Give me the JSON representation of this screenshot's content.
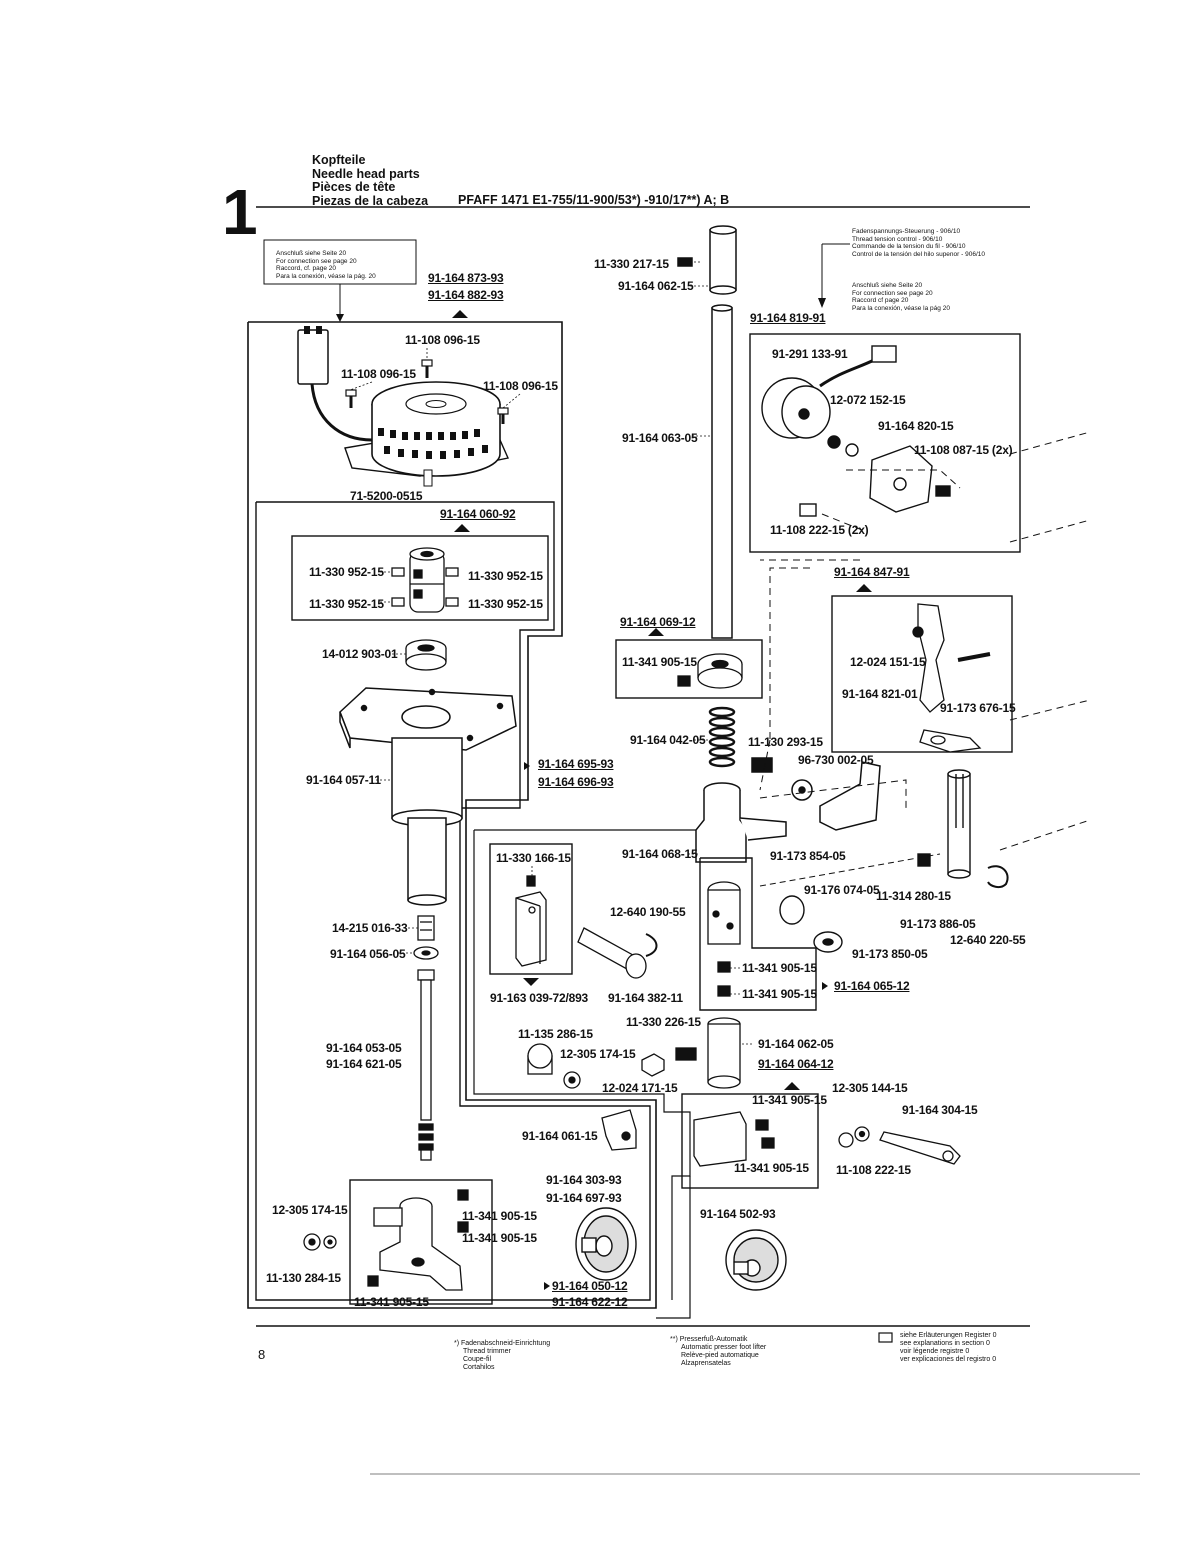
{
  "header": {
    "section_number": "1",
    "titles": [
      "Kopfteile",
      "Needle head parts",
      "Pièces de tête",
      "Piezas de la cabeza"
    ],
    "model": "PFAFF 1471 E1-755/11-900/53*) -910/17**) A; B"
  },
  "notes": {
    "connection_left": [
      "Anschluß siehe Seite 20",
      "For connection  see page 20",
      "Raccord, cf. page 20",
      "Para la conexión, véase la pág. 20"
    ],
    "tension_control": [
      "Fadenspannungs-Steuerung - 906/10",
      "Thread tension control - 906/10",
      "Commande de la tension du fil - 906/10",
      "Control de la tensión del hilo supenor - 906/10"
    ],
    "connection_right": [
      "Anschluß siehe Seite 20",
      "For connection  see page 20",
      "Raccord  cf  page 20",
      "Para la conexión, véase la pág  20"
    ]
  },
  "part_labels": {
    "p_873_93": "91-164 873-93",
    "p_882_93": "91-164 882-93",
    "p_096_a": "11-108 096-15",
    "p_096_b": "11-108 096-15",
    "p_096_c": "11-108 096-15",
    "p_5200": "71-5200-0515",
    "p_060_92": "91-164 060-92",
    "p_952_a": "11-330 952-15",
    "p_952_b": "11-330 952-15",
    "p_952_c": "11-330 952-15",
    "p_952_d": "11-330 952-15",
    "p_903": "14-012 903-01",
    "p_057": "91-164 057-11",
    "p_016": "14-215 016-33",
    "p_056": "91-164 056-05",
    "p_053": "91-164 053-05",
    "p_621": "91-164 621-05",
    "p_174_a": "12-305 174-15",
    "p_284": "11-130 284-15",
    "p_905_a": "11-341 905-15",
    "p_905_b": "11-341 905-15",
    "p_905_c": "11-341 905-15",
    "p_217": "11-330 217-15",
    "p_062_a": "91-164 062-15",
    "p_063": "91-164 063-05",
    "p_069": "91-164 069-12",
    "p_905_d": "11-341 905-15",
    "p_042": "91-164 042-05",
    "p_695": "91-164 695-93",
    "p_696": "91-164 696-93",
    "p_068": "91-164 068-15",
    "p_166": "11-330 166-15",
    "p_039": "91-163 039-72/893",
    "p_190": "12-640 190-55",
    "p_382": "91-164 382-11",
    "p_286": "11-135 286-15",
    "p_174_b": "12-305 174-15",
    "p_226": "11-330 226-15",
    "p_171": "12-024 171-15",
    "p_061": "91-164 061-15",
    "p_303": "91-164 303-93",
    "p_697": "91-164 697-93",
    "p_050": "91-164 050-12",
    "p_622": "91-164 622-12",
    "p_819": "91-164 819-91",
    "p_133": "91-291 133-91",
    "p_152": "12-072 152-15",
    "p_820": "91-164 820-15",
    "p_087": "11-108 087-15 (2x)",
    "p_222_a": "11-108 222-15 (2x)",
    "p_847": "91-164 847-91",
    "p_151": "12-024 151-15",
    "p_821": "91-164 821-01",
    "p_676": "91-173 676-15",
    "p_293": "11-130 293-15",
    "p_002": "96-730 002-05",
    "p_854": "91-173 854-05",
    "p_074": "91-176 074-05",
    "p_280": "11-314 280-15",
    "p_886": "91-173 886-05",
    "p_220": "12-640 220-55",
    "p_850": "91-173 850-05",
    "p_905_e": "11-341 905-15",
    "p_905_f": "11-341 905-15",
    "p_065": "91-164 065-12",
    "p_062_b": "91-164 062-05",
    "p_064": "91-164 064-12",
    "p_905_g": "11-341 905-15",
    "p_905_h": "11-341 905-15",
    "p_144": "12-305 144-15",
    "p_304": "91-164 304-15",
    "p_222_b": "11-108 222-15",
    "p_502": "91-164 502-93"
  },
  "footer": {
    "page_number": "8",
    "note1": [
      "*) Fadenabschneid-Einrichtung",
      "Thread trimmer",
      "Coupe-fil",
      "Cortahilos"
    ],
    "note2": [
      "**) Presserfuß-Automatik",
      "Automatic presser foot lifter",
      "Relève-pied automatique",
      "Alzaprensatelas"
    ],
    "note3": [
      "siehe Erläuterungen Register 0",
      "see explanations in section 0",
      "voir légende registre 0",
      "ver explicaciones del registro 0"
    ]
  }
}
